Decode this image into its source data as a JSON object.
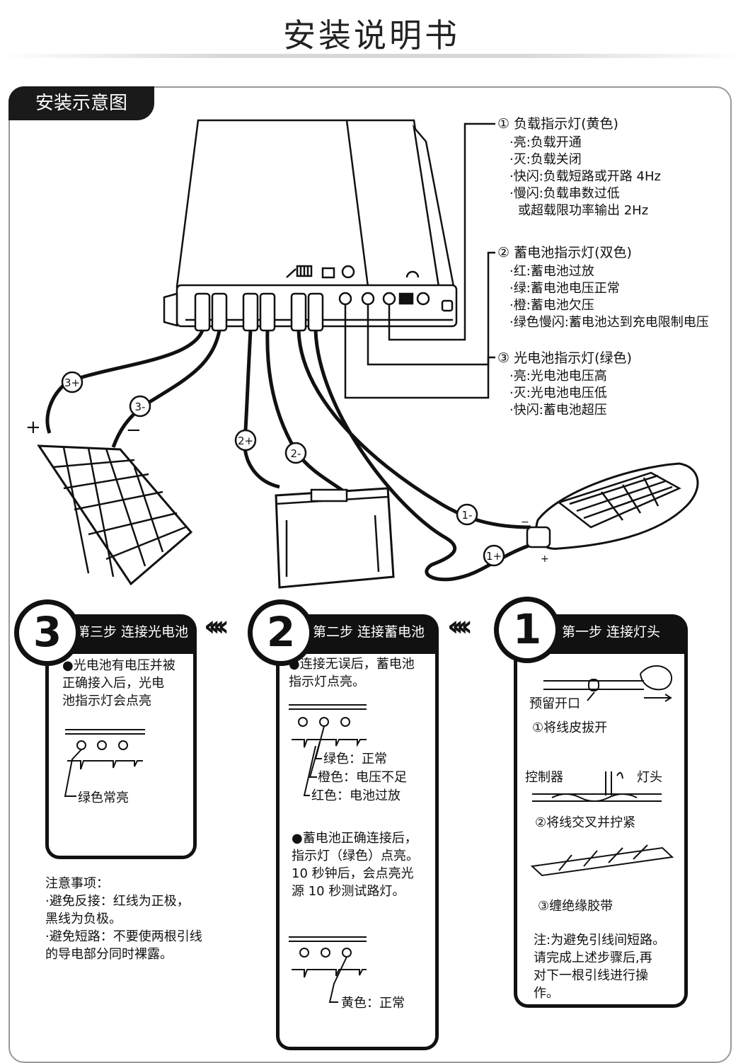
{
  "title": "安装说明书",
  "section_tab": "安装示意图",
  "load_indicator": {
    "heading": "① 负载指示灯(黄色)",
    "lines": [
      "·亮:负载开通",
      "·灭:负载关闭",
      "·快闪:负载短路或开路 4Hz",
      "·慢闪:负载串数过低",
      "或超载限功率输出 2Hz"
    ]
  },
  "battery_indicator": {
    "heading": "② 蓄电池指示灯(双色)",
    "lines": [
      "·红:蓄电池过放",
      "·绿:蓄电池电压正常",
      "·橙:蓄电池欠压",
      "·绿色慢闪:蓄电池达到充电限制电压"
    ]
  },
  "solar_indicator": {
    "heading": "③ 光电池指示灯(绿色)",
    "lines": [
      "·亮:光电池电压高",
      "·灭:光电池电压低",
      "·快闪:蓄电池超压"
    ]
  },
  "wire_labels": {
    "w3p": "3+",
    "w3m": "3-",
    "w2p": "2+",
    "w2m": "2-",
    "w1m": "1-",
    "w1p": "1+",
    "plus": "+",
    "minus": "−"
  },
  "step3": {
    "number": "3",
    "title": "第三步 连接光电池",
    "text": [
      "●光电池有电压并被",
      "正确接入后，光电",
      "池指示灯会点亮"
    ],
    "led_label": "绿色常亮"
  },
  "step2": {
    "number": "2",
    "title": "第二步 连接蓄电池",
    "text1": [
      "●连接无误后，蓄电池",
      "指示灯点亮。"
    ],
    "led_labels": [
      "绿色：正常",
      "橙色：电压不足",
      "红色：电池过放"
    ],
    "text2": [
      "●蓄电池正确连接后，",
      "指示灯（绿色）点亮。",
      "10 秒钟后，会点亮光",
      "源 10 秒测试路灯。"
    ],
    "led_label2": "黄色：正常"
  },
  "step1": {
    "number": "1",
    "title": "第一步 连接灯头",
    "reserve_label": "预留开口",
    "sub1": "①将线皮拔开",
    "controller_label": "控制器",
    "lamp_label": "灯头",
    "sub2": "②将线交叉并拧紧",
    "sub3": "③缠绝缘胶带",
    "note": [
      "注:为避免引线间短路。",
      "请完成上述步骤后,再",
      "对下一根引线进行操",
      "作。"
    ]
  },
  "notes": {
    "heading": "注意事项：",
    "lines": [
      "·避免反接：红线为正极，",
      "黑线为负极。",
      "·避免短路：不要使两根引线",
      "的导电部分同时裸露。"
    ]
  },
  "chevrons": "‹‹‹‹"
}
